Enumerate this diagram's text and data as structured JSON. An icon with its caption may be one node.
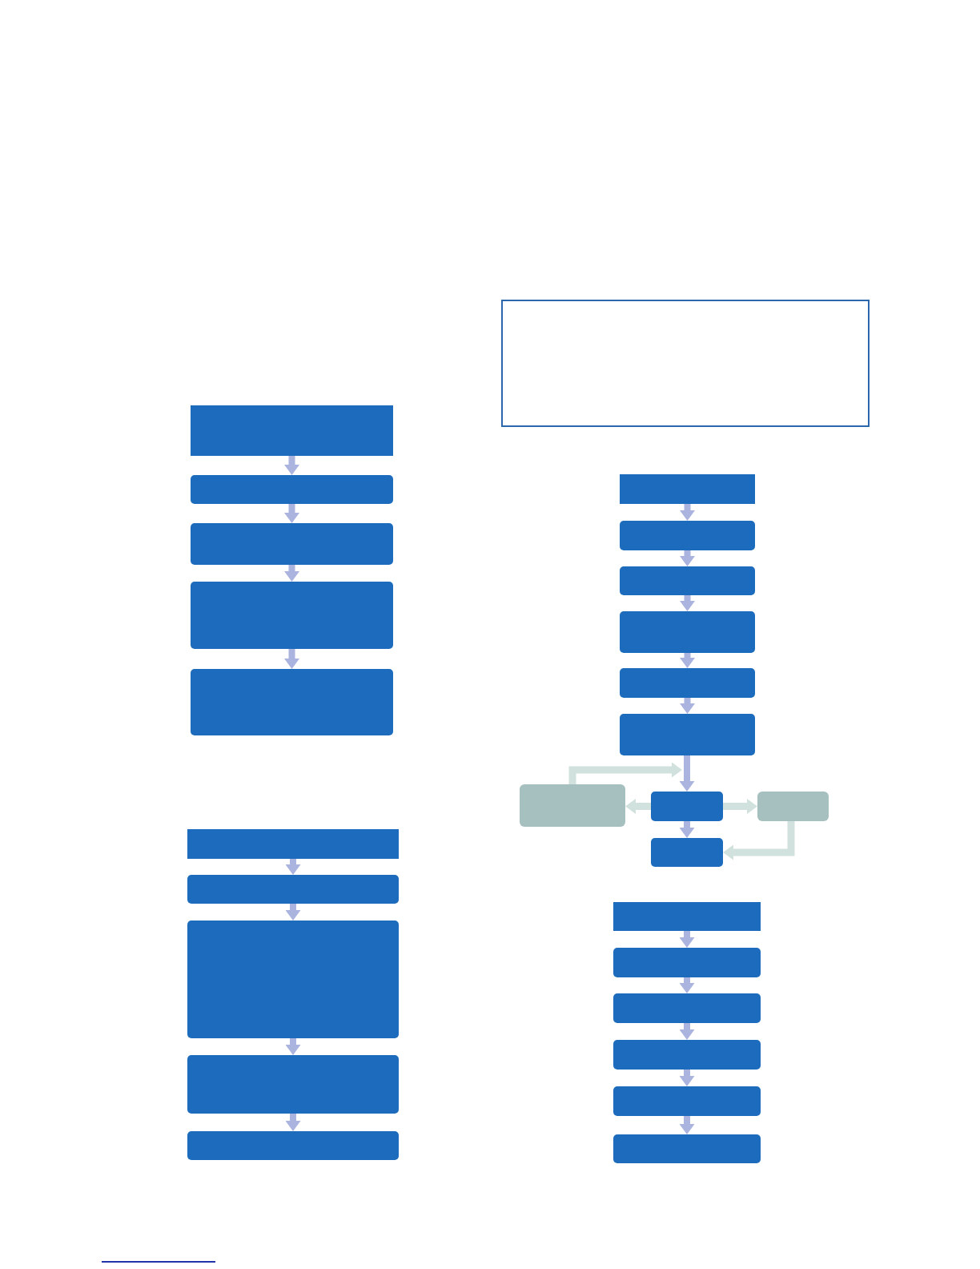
{
  "diagram": {
    "nodes": [
      {
        "text": [],
        "shape": "box"
      },
      {
        "text": [],
        "shape": "box"
      },
      {
        "text": [],
        "shape": "box"
      },
      {
        "text": [],
        "shape": "box"
      },
      {
        "text": [],
        "shape": "box"
      },
      {
        "text": [],
        "shape": "box"
      },
      {
        "text": [],
        "shape": "box"
      },
      {
        "text": [],
        "shape": "box"
      },
      {
        "text": [],
        "shape": "box"
      },
      {
        "text": [],
        "shape": "box"
      },
      {
        "text": [],
        "shape": "box"
      },
      {
        "text": [],
        "shape": "box"
      },
      {
        "text": [],
        "shape": "box"
      },
      {
        "text": [],
        "shape": "box"
      },
      {
        "text": [],
        "shape": "box"
      },
      {
        "text": [],
        "shape": "box"
      },
      {
        "text": [],
        "shape": "box"
      },
      {
        "text": [],
        "shape": "box"
      },
      {
        "text": [],
        "shape": "box"
      },
      {
        "text": [],
        "shape": "box"
      },
      {
        "text": [],
        "shape": "box"
      },
      {
        "text": [],
        "shape": "box"
      },
      {
        "text": [],
        "shape": "box"
      },
      {
        "text": [],
        "shape": "box"
      },
      {
        "text": [],
        "shape": "box"
      },
      {
        "text": [],
        "shape": "box"
      },
      {
        "text": [],
        "shape": "box"
      }
    ],
    "edges": [
      {
        "from": 0,
        "to": 1,
        "arrow": "to"
      },
      {
        "from": 1,
        "to": 2,
        "arrow": "to"
      },
      {
        "from": 2,
        "to": 3,
        "arrow": "to"
      },
      {
        "from": 3,
        "to": 4,
        "arrow": "to"
      },
      {
        "from": 6,
        "to": 7,
        "arrow": "to"
      },
      {
        "from": 7,
        "to": 8,
        "arrow": "to"
      },
      {
        "from": 8,
        "to": 9,
        "arrow": "to"
      },
      {
        "from": 9,
        "to": 10,
        "arrow": "to"
      },
      {
        "from": 10,
        "to": 11,
        "arrow": "to"
      },
      {
        "from": 11,
        "to": 13,
        "arrow": "to"
      },
      {
        "from": 12,
        "to": 13,
        "arrow": "to",
        "color": "#d1e2de"
      },
      {
        "from": 13,
        "to": 12,
        "arrow": "to",
        "color": "#d1e2de"
      },
      {
        "from": 13,
        "to": 14,
        "arrow": "to",
        "color": "#d1e2de"
      },
      {
        "from": 14,
        "to": 15,
        "arrow": "to",
        "color": "#d1e2de"
      },
      {
        "from": 13,
        "to": 15,
        "arrow": "to"
      },
      {
        "from": 16,
        "to": 17,
        "arrow": "to"
      },
      {
        "from": 17,
        "to": 18,
        "arrow": "to"
      },
      {
        "from": 18,
        "to": 19,
        "arrow": "to"
      },
      {
        "from": 19,
        "to": 20,
        "arrow": "to"
      },
      {
        "from": 21,
        "to": 22,
        "arrow": "to"
      },
      {
        "from": 22,
        "to": 23,
        "arrow": "to"
      },
      {
        "from": 23,
        "to": 24,
        "arrow": "to"
      },
      {
        "from": 24,
        "to": 25,
        "arrow": "to"
      },
      {
        "from": 25,
        "to": 26,
        "arrow": "to"
      }
    ]
  }
}
